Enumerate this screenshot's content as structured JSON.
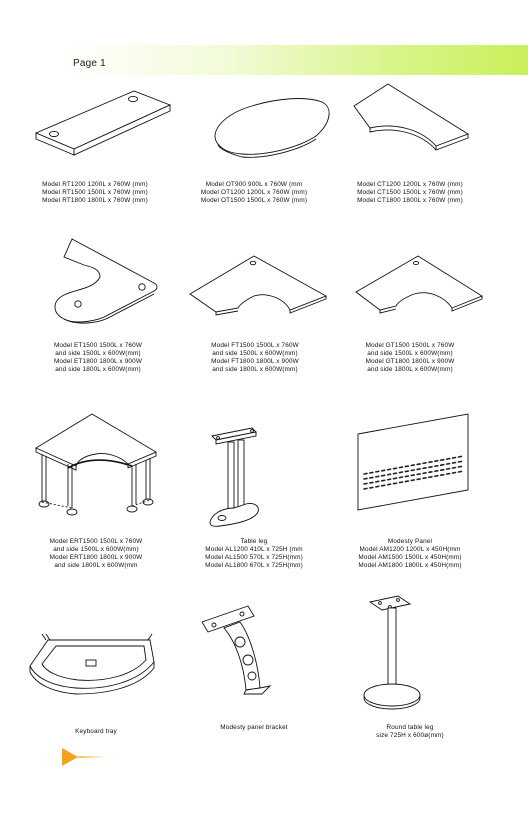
{
  "page": {
    "label": "Page 1"
  },
  "products": [
    {
      "id": "rt",
      "caption": [
        "Model RT1200  1200L x 760W (mm)",
        "Model RT1500  1500L x 760W (mm)",
        "Model RT1800  1800L x 760W (mm)"
      ]
    },
    {
      "id": "ot",
      "caption": [
        "Model OT900  900L x 760W (mm",
        "Model OT1200  1200L x 760W (mm)",
        "Model  OT1500  1500L x 760W (mm)"
      ]
    },
    {
      "id": "ct",
      "caption": [
        "Model CT1200  1200L x 760W (mm)",
        "Model CT1500  1500L x 760W (mm)",
        "Model CT1800  1800L x 760W (mm)"
      ]
    },
    {
      "id": "et",
      "caption": [
        "Model ET1500  1500L x 760W",
        "and side 1500L x 600W(mm)",
        "Model ET1800  1800L x 900W",
        "and side 1800L x 600W(mm)"
      ]
    },
    {
      "id": "ft",
      "caption": [
        "Model FT1500  1500L x 760W",
        "and side 1500L x 600W(mm)",
        "Model FT1800  1800L x 900W",
        "and side 1800L x 600W(mm)"
      ]
    },
    {
      "id": "gt",
      "caption": [
        "Model GT1500  1500L x 760W",
        "and side 1500L x 600W(mm)",
        "Model GT1800  1800L x 900W",
        "and side 1800L x 600W(mm)"
      ]
    },
    {
      "id": "ert",
      "caption": [
        "Model ERT1500  1500L x 760W",
        "and side 1500L x 600W(mm)",
        "Model ERT1800  1800L x 900W",
        "and side 1800L x 600W(mm"
      ]
    },
    {
      "id": "tableleg",
      "caption": [
        "Table leg",
        "Model AL1200  410L x 725H (mm",
        "Model AL1500  570L x 725H(mm)",
        "Model  AL1800  670L x 725H(mm)"
      ]
    },
    {
      "id": "modesty",
      "caption": [
        "Modesty Panel",
        "Model AM1200   1200L x 450H(mm",
        "Model AM1500  1500L x  450H(mm)",
        "Model  AM1800  1800L x  450H(mm)"
      ]
    },
    {
      "id": "keyboard",
      "caption": [
        "Keyboard tray"
      ]
    },
    {
      "id": "bracket",
      "caption": [
        "Modesty panel bracket"
      ]
    },
    {
      "id": "roundleg",
      "caption": [
        "Round table leg",
        "size 725H x 600ø(mm)"
      ]
    }
  ],
  "colors": {
    "header_green": "#c8f05a",
    "footer_orange": "#f6a21a"
  }
}
